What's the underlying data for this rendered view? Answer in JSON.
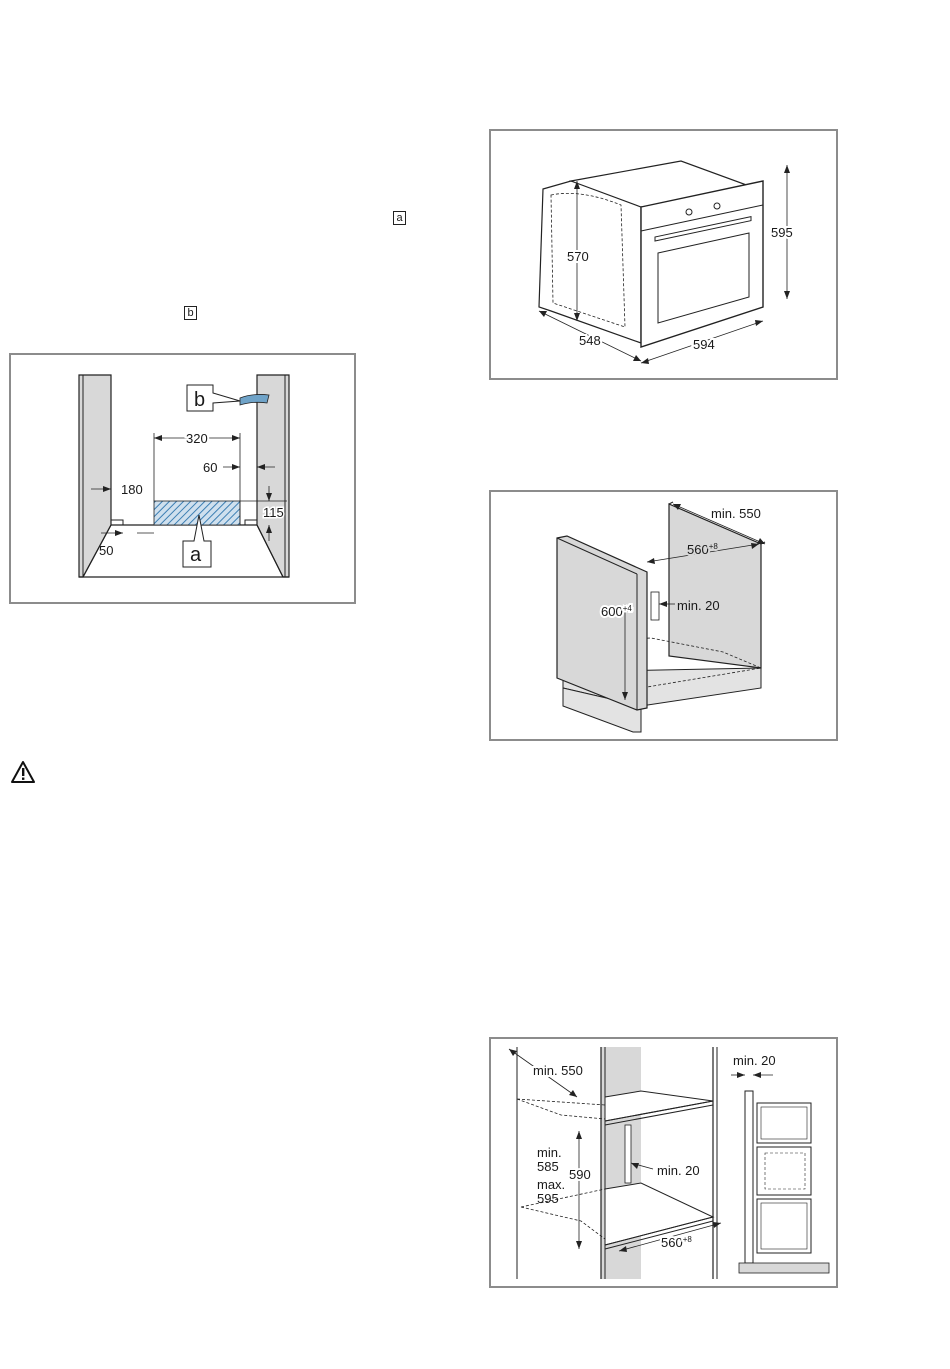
{
  "markers": {
    "a": "a",
    "b": "b"
  },
  "diagram_ventilation": {
    "callout_a": "a",
    "callout_b": "b",
    "dim_320": "320",
    "dim_60": "60",
    "dim_180": "180",
    "dim_115": "115",
    "dim_50": "50"
  },
  "diagram_oven": {
    "dim_570": "570",
    "dim_595": "595",
    "dim_548": "548",
    "dim_594": "594"
  },
  "diagram_under_counter": {
    "dim_min550": "min. 550",
    "dim_560": "560",
    "dim_560_sup": "+8",
    "dim_600": "600",
    "dim_600_sup": "+4",
    "dim_min20": "min. 20"
  },
  "diagram_tall_unit": {
    "dim_min550": "min. 550",
    "dim_min585_1": "min.",
    "dim_min585_2": "585",
    "dim_max595_1": "max.",
    "dim_max595_2": "595",
    "dim_590": "590",
    "dim_min20_mid": "min. 20",
    "dim_560": "560",
    "dim_560_sup": "+8",
    "dim_min20_top": "min. 20"
  },
  "colors": {
    "panel_gray": "#d8d8d8",
    "frame_gray": "#8c8c8c",
    "vent_blue": "#6fa3c8",
    "line": "#1a1a1a"
  },
  "icons": {
    "warning": "warning-triangle-icon"
  }
}
